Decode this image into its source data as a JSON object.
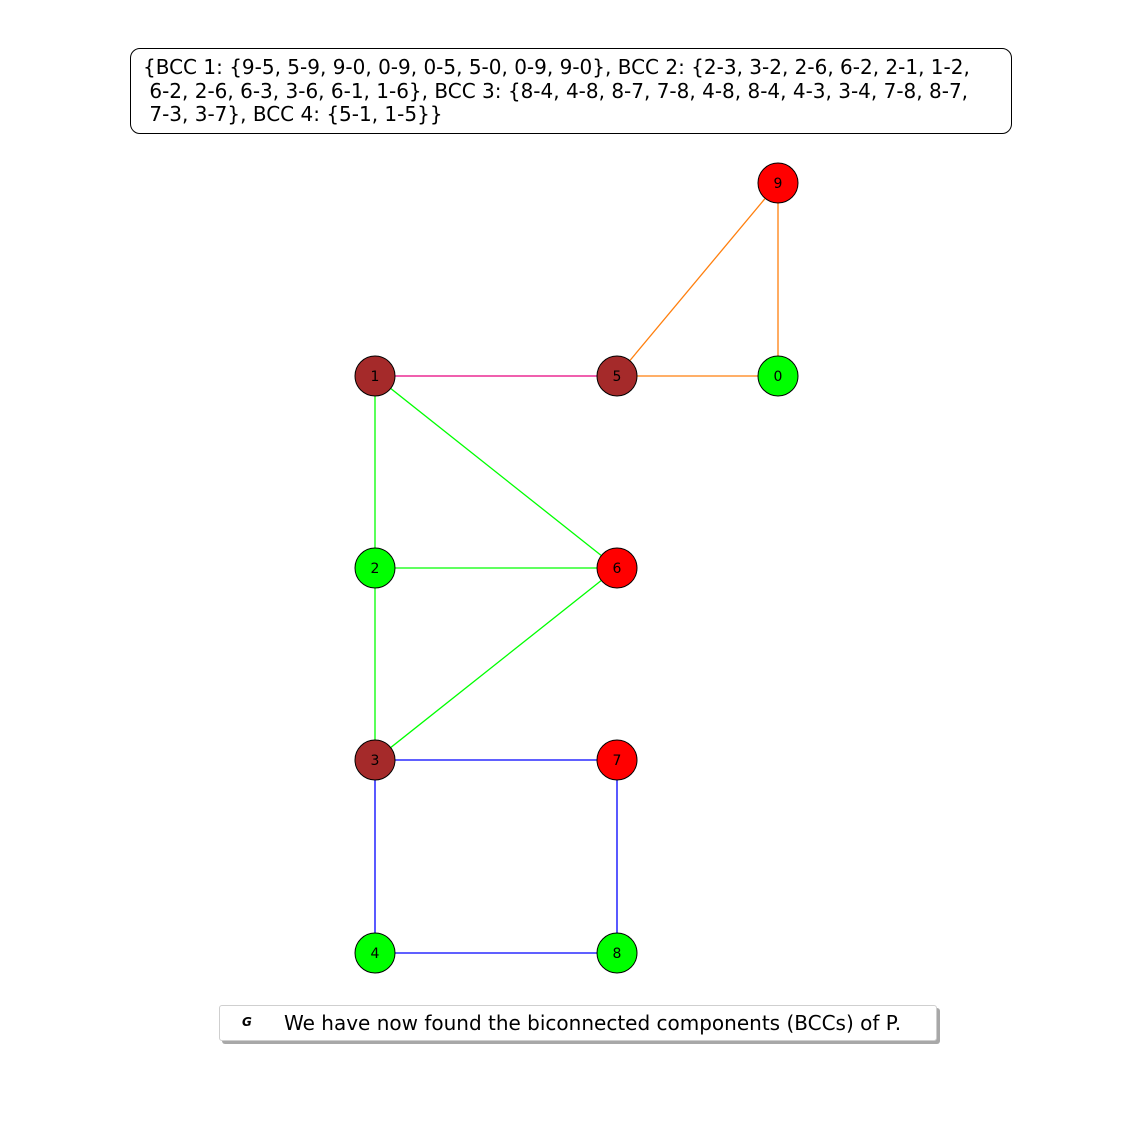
{
  "title_lines": [
    "{BCC 1: {9-5, 5-9, 9-0, 0-9, 0-5, 5-0, 0-9, 9-0}, BCC 2: {2-3, 3-2, 2-6, 6-2, 2-1, 1-2,",
    " 6-2, 2-6, 6-3, 3-6, 6-1, 1-6}, BCC 3: {8-4, 4-8, 8-7, 7-8, 4-8, 8-4, 4-3, 3-4, 7-8, 8-7,",
    " 7-3, 3-7}, BCC 4: {5-1, 1-5}}"
  ],
  "legend": {
    "marker": "G",
    "text": "We have now found the biconnected components (BCCs) of P."
  },
  "colors": {
    "red": "#ff0000",
    "brown": "#a52a2a",
    "green": "#00ff00",
    "bcc1": "#ff7f0e",
    "bcc2": "#00ff00",
    "bcc3": "#0000ff",
    "bcc4": "#e6007e"
  },
  "nodes": [
    {
      "id": "9",
      "color": "#ff0000"
    },
    {
      "id": "1",
      "color": "#a52a2a"
    },
    {
      "id": "5",
      "color": "#a52a2a"
    },
    {
      "id": "0",
      "color": "#00ff00"
    },
    {
      "id": "2",
      "color": "#00ff00"
    },
    {
      "id": "6",
      "color": "#ff0000"
    },
    {
      "id": "3",
      "color": "#a52a2a"
    },
    {
      "id": "7",
      "color": "#ff0000"
    },
    {
      "id": "4",
      "color": "#00ff00"
    },
    {
      "id": "8",
      "color": "#00ff00"
    }
  ],
  "edges": [
    {
      "from": "9",
      "to": "5",
      "color": "#ff7f0e"
    },
    {
      "from": "9",
      "to": "0",
      "color": "#ff7f0e"
    },
    {
      "from": "5",
      "to": "0",
      "color": "#ff7f0e"
    },
    {
      "from": "1",
      "to": "5",
      "color": "#e6007e"
    },
    {
      "from": "1",
      "to": "2",
      "color": "#00ff00"
    },
    {
      "from": "1",
      "to": "6",
      "color": "#00ff00"
    },
    {
      "from": "2",
      "to": "6",
      "color": "#00ff00"
    },
    {
      "from": "2",
      "to": "3",
      "color": "#00ff00"
    },
    {
      "from": "6",
      "to": "3",
      "color": "#00ff00"
    },
    {
      "from": "3",
      "to": "7",
      "color": "#0000ff"
    },
    {
      "from": "3",
      "to": "4",
      "color": "#0000ff"
    },
    {
      "from": "7",
      "to": "8",
      "color": "#0000ff"
    },
    {
      "from": "4",
      "to": "8",
      "color": "#0000ff"
    }
  ]
}
